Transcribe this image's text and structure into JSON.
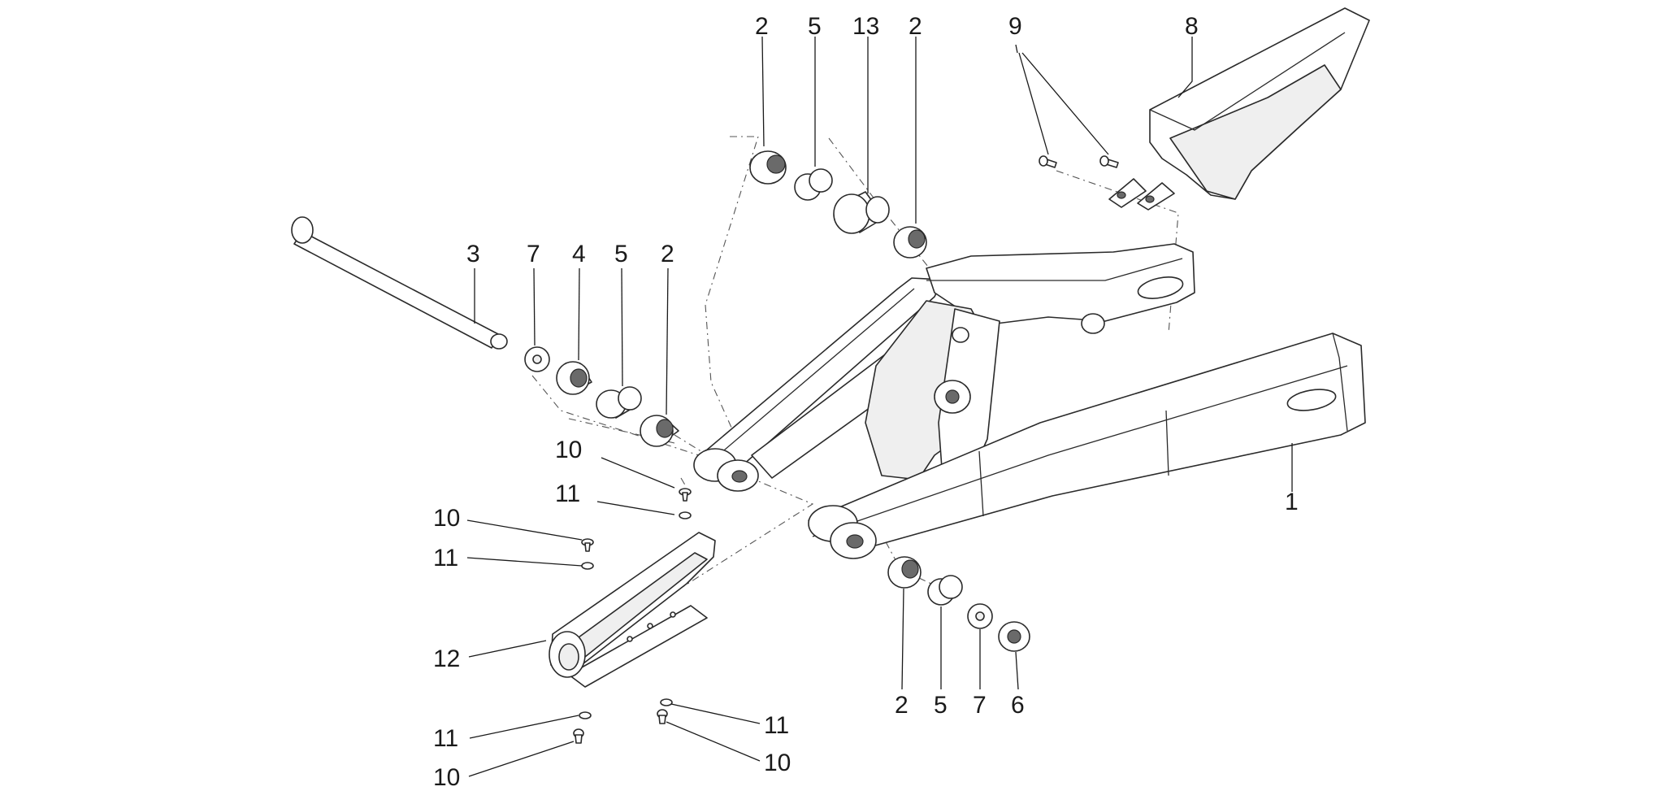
{
  "callouts": {
    "c2_top_a": "2",
    "c5_top": "5",
    "c13": "13",
    "c2_top_b": "2",
    "c9": "9",
    "c8": "8",
    "c3": "3",
    "c7_left": "7",
    "c4": "4",
    "c5_left": "5",
    "c2_left": "2",
    "c10_a": "10",
    "c11_a": "11",
    "c10_b": "10",
    "c11_b": "11",
    "c1": "1",
    "c12": "12",
    "c2_bottom": "2",
    "c5_bottom": "5",
    "c7_bottom": "7",
    "c6": "6",
    "c11_c": "11",
    "c11_d": "11",
    "c10_c": "10",
    "c10_d": "10"
  }
}
